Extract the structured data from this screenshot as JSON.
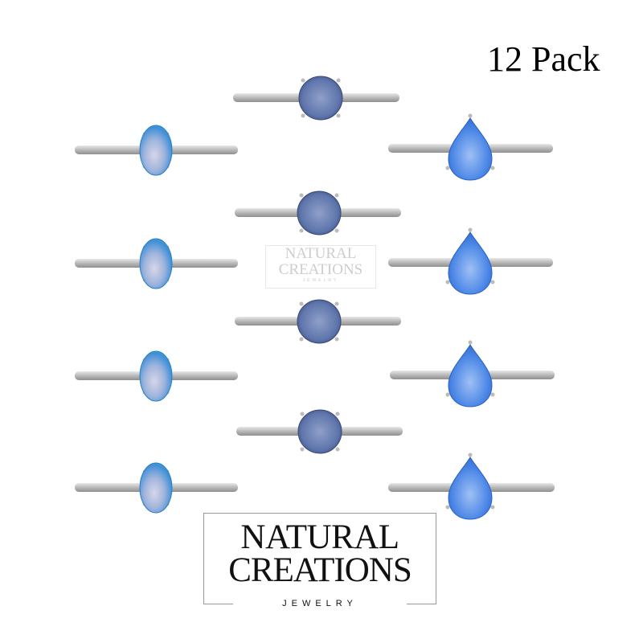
{
  "title": "12 Pack",
  "watermark": {
    "line1": "NATURAL",
    "line2": "CREATIONS",
    "line3": "JEWELRY"
  },
  "logo": {
    "line1": "NATURAL",
    "line2": "CREATIONS",
    "line3": "JEWELRY"
  },
  "product": {
    "ring_count": 12,
    "stone_shapes": [
      "oval",
      "round",
      "pear"
    ],
    "colors": {
      "band": "#c9c9c9",
      "stone_blue": "#4a86e0",
      "stone_green": "#39c9c0",
      "stone_round": "#6a7fb0"
    }
  }
}
